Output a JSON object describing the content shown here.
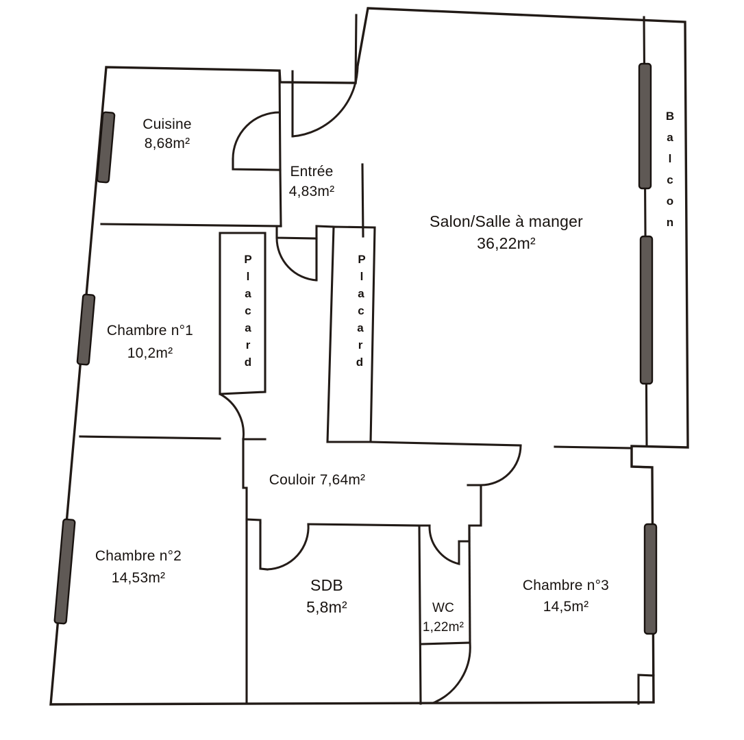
{
  "document": {
    "type": "floor-plan",
    "language": "fr",
    "background_color": "#ffffff",
    "ink_color": "#211a16",
    "window_fill_color": "#5f5955"
  },
  "rooms": [
    {
      "key": "cuisine",
      "name": "Cuisine",
      "area": "8,68m²"
    },
    {
      "key": "entree",
      "name": "Entrée",
      "area": "4,83m²"
    },
    {
      "key": "salon",
      "name": "Salon/Salle à manger",
      "area": "36,22m²"
    },
    {
      "key": "chambre1",
      "name": "Chambre n°1",
      "area": "10,2m²"
    },
    {
      "key": "chambre2",
      "name": "Chambre n°2",
      "area": "14,53m²"
    },
    {
      "key": "chambre3",
      "name": "Chambre n°3",
      "area": "14,5m²"
    },
    {
      "key": "sdb",
      "name": "SDB",
      "area": "5,8m²"
    },
    {
      "key": "wc",
      "name": "WC",
      "area": "1,22m²"
    }
  ],
  "inline_labels": {
    "couloir": "Couloir 7,64m²"
  },
  "vertical_labels": {
    "placard_left": "Placard",
    "placard_right": "Placard",
    "balcon": "Balcon"
  }
}
